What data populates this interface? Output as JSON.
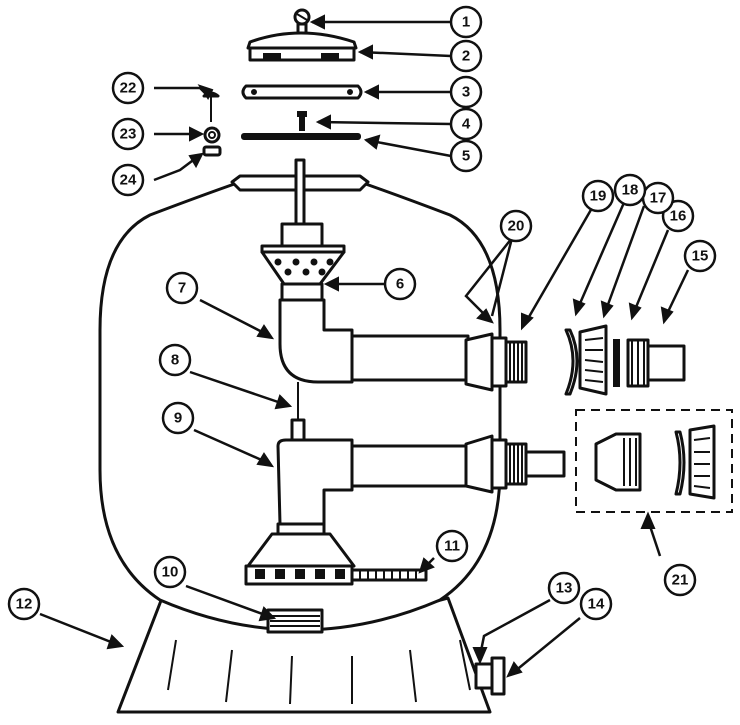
{
  "callouts": [
    {
      "id": "c1",
      "label": "1"
    },
    {
      "id": "c2",
      "label": "2"
    },
    {
      "id": "c3",
      "label": "3"
    },
    {
      "id": "c4",
      "label": "4"
    },
    {
      "id": "c5",
      "label": "5"
    },
    {
      "id": "c6",
      "label": "6"
    },
    {
      "id": "c7",
      "label": "7"
    },
    {
      "id": "c8",
      "label": "8"
    },
    {
      "id": "c9",
      "label": "9"
    },
    {
      "id": "c10",
      "label": "10"
    },
    {
      "id": "c11",
      "label": "11"
    },
    {
      "id": "c12",
      "label": "12"
    },
    {
      "id": "c13",
      "label": "13"
    },
    {
      "id": "c14",
      "label": "14"
    },
    {
      "id": "c15",
      "label": "15"
    },
    {
      "id": "c16",
      "label": "16"
    },
    {
      "id": "c17",
      "label": "17"
    },
    {
      "id": "c18",
      "label": "18"
    },
    {
      "id": "c19",
      "label": "19"
    },
    {
      "id": "c20",
      "label": "20"
    },
    {
      "id": "c21",
      "label": "21"
    },
    {
      "id": "c22",
      "label": "22"
    },
    {
      "id": "c23",
      "label": "23"
    },
    {
      "id": "c24",
      "label": "24"
    }
  ],
  "colors": {
    "line": "#111111",
    "background": "#ffffff"
  }
}
